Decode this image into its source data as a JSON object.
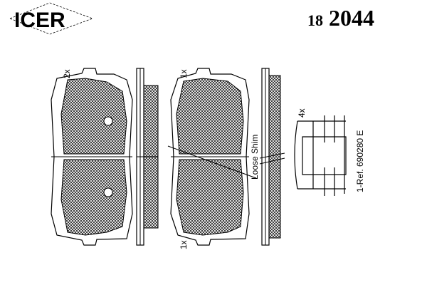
{
  "brand": {
    "logo_text": "ICER"
  },
  "part_number": {
    "prefix": "18",
    "number": "2044"
  },
  "labels": {
    "pad1_qty": "2x",
    "pad2_qty_top": "1x",
    "pad2_qty_bottom": "1x",
    "clip_qty": "4x",
    "shim_note": "Loose Shim",
    "reference": "1-Ref. 690280 E"
  }
}
